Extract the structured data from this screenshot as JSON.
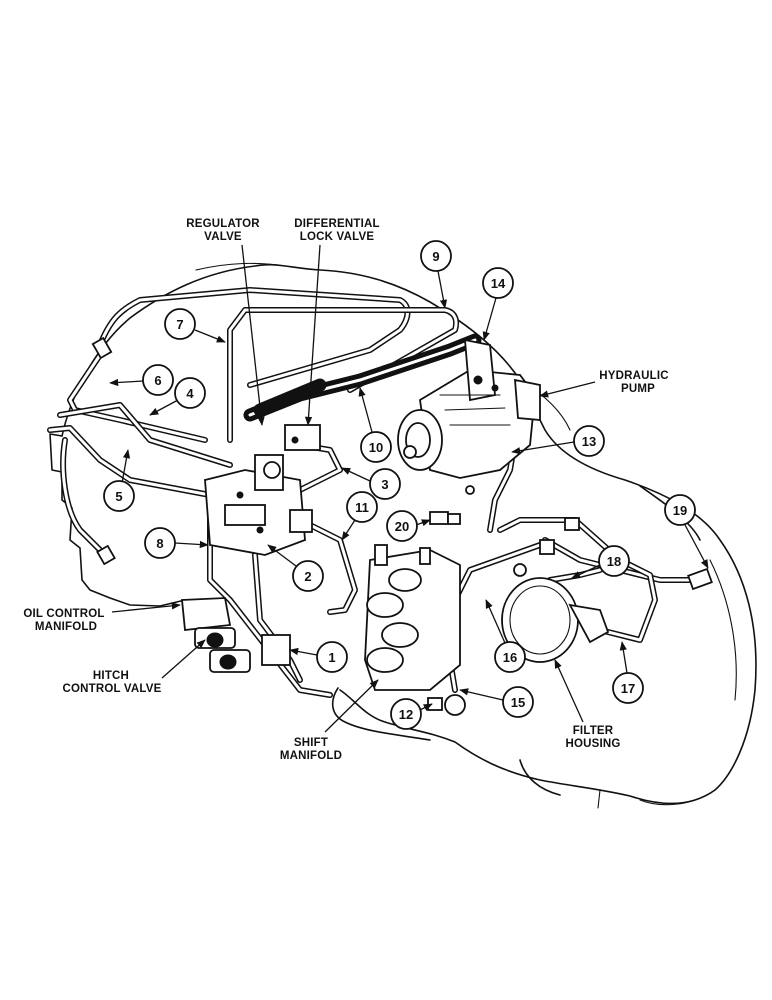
{
  "component_labels": {
    "regulator_valve": [
      "REGULATOR",
      "VALVE"
    ],
    "differential_lock_valve": [
      "DIFFERENTIAL",
      "LOCK VALVE"
    ],
    "hydraulic_pump": [
      "HYDRAULIC",
      "PUMP"
    ],
    "oil_control_manifold": [
      "OIL CONTROL",
      "MANIFOLD"
    ],
    "hitch_control_valve": [
      "HITCH",
      "CONTROL VALVE"
    ],
    "shift_manifold": [
      "SHIFT",
      "MANIFOLD"
    ],
    "filter_housing": [
      "FILTER",
      "HOUSING"
    ]
  },
  "callouts": [
    "1",
    "2",
    "3",
    "4",
    "5",
    "6",
    "7",
    "8",
    "9",
    "10",
    "11",
    "12",
    "13",
    "14",
    "15",
    "16",
    "17",
    "18",
    "19",
    "20"
  ]
}
